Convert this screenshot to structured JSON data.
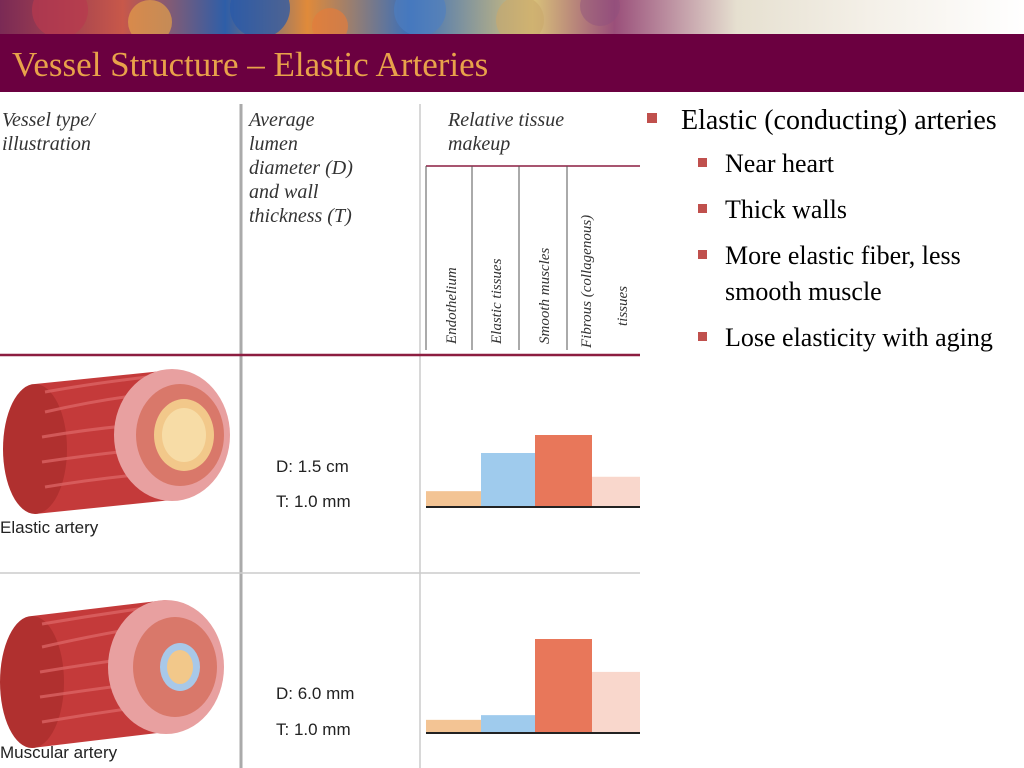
{
  "slide": {
    "title": "Vessel Structure – Elastic Arteries"
  },
  "table": {
    "headers": {
      "vessel_type_line1": "Vessel type/",
      "vessel_type_line2": "illustration",
      "diameter_lines": [
        "Average",
        "lumen",
        "diameter (D)",
        "and wall",
        "thickness (T)"
      ],
      "tissue_line1": "Relative tissue",
      "tissue_line2": "makeup"
    },
    "tissue_columns": [
      "Endothelium",
      "Elastic tissues",
      "Smooth muscles",
      "Fibrous (collagenous)",
      "tissues"
    ],
    "rows": [
      {
        "label": "Elastic artery",
        "diameter": "D: 1.5 cm",
        "thickness": "T: 1.0 mm"
      },
      {
        "label": "Muscular artery",
        "diameter": "D: 6.0 mm",
        "thickness": "T: 1.0 mm"
      }
    ]
  },
  "chart_data": {
    "type": "bar",
    "categories": [
      "Endothelium",
      "Elastic tissues",
      "Smooth muscles",
      "Fibrous (collagenous) tissues"
    ],
    "series": [
      {
        "values": [
          0.22,
          0.75,
          1.0,
          0.42
        ]
      },
      {
        "values": [
          0.14,
          0.19,
          1.0,
          0.65
        ]
      }
    ],
    "ylim": [
      0,
      1
    ],
    "colors": [
      "#f3c494",
      "#9fcbed",
      "#e8775a",
      "#f9d7cc"
    ]
  },
  "bullets": {
    "main": "Elastic (conducting) arteries",
    "sub": [
      "Near heart",
      "Thick walls",
      "More elastic fiber, less smooth muscle",
      "Lose elasticity with aging"
    ]
  },
  "colors": {
    "title_bg": "#6b0040",
    "title_text": "#e8a24a",
    "bullet": "#c0504d",
    "rule": "#8c1d40"
  }
}
